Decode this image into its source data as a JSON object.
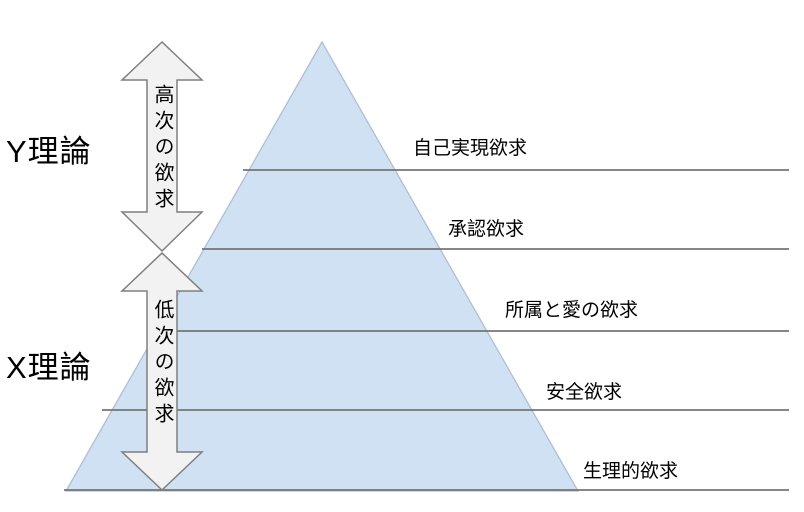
{
  "theories": {
    "y_label": "Y理論",
    "x_label": "X理論"
  },
  "arrows": {
    "higher_needs_label": "高次の欲求",
    "lower_needs_label": "低次の欲求"
  },
  "levels": [
    {
      "label": "自己実現欲求"
    },
    {
      "label": "承認欲求"
    },
    {
      "label": "所属と愛の欲求"
    },
    {
      "label": "安全欲求"
    },
    {
      "label": "生理的欲求"
    }
  ],
  "colors": {
    "pyramid_fill": "#cfe1f2",
    "pyramid_stroke": "#aebfd4",
    "divider_line": "#747474",
    "arrow_fill": "#f2f2f2",
    "arrow_stroke": "#7f7f7f",
    "text": "#000000"
  }
}
